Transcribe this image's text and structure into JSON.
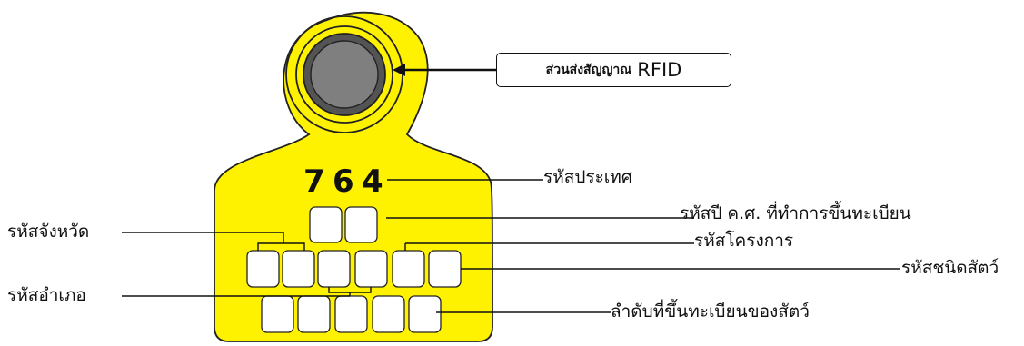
{
  "colors": {
    "tag_fill": "#FFF200",
    "tag_stroke": "#222222",
    "box_fill": "#FFFFFF",
    "button_outer": "#545454",
    "button_inner": "#7F7F7F",
    "line": "#111111"
  },
  "tag": {
    "country_code_digits": [
      "7",
      "6",
      "4"
    ]
  },
  "labels": {
    "rfid_thai": "ส่วนส่งสัญญาณ",
    "rfid_en": "RFID",
    "country_code": "รหัสประเทศ",
    "year_code": "รหัสปี ค.ศ. ที่ทำการขึ้นทะเบียน",
    "project_code": "รหัสโครงการ",
    "animal_type_code": "รหัสชนิดสัตว์",
    "province_code": "รหัสจังหวัด",
    "district_code": "รหัสอำเภอ",
    "registration_sequence": "ลำดับที่ขึ้นทะเบียนของสัตว์"
  }
}
